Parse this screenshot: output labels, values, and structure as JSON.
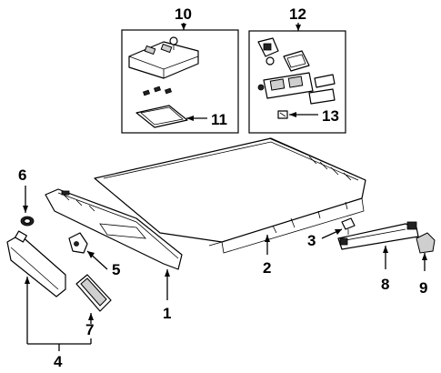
{
  "callouts": {
    "c1": "1",
    "c2": "2",
    "c3": "3",
    "c4": "4",
    "c5": "5",
    "c6": "6",
    "c7": "7",
    "c8": "8",
    "c9": "9",
    "c10": "10",
    "c11": "11",
    "c12": "12",
    "c13": "13"
  },
  "colors": {
    "line": "#000000",
    "background": "#ffffff",
    "shade": "#cfcfcf"
  }
}
